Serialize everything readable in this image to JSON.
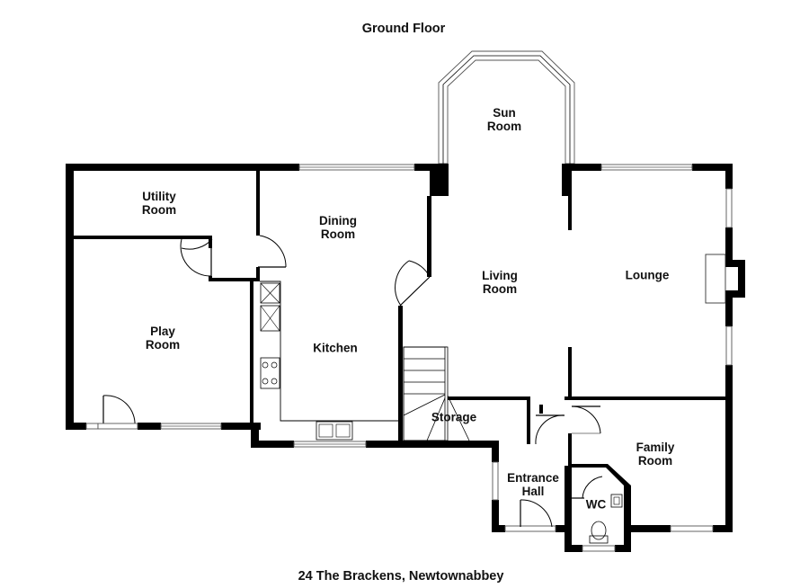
{
  "plan": {
    "title": "Ground Floor",
    "address": "24 The Brackens, Newtownabbey"
  },
  "rooms": {
    "sun_room": "Sun Room",
    "utility_room": "Utility Room",
    "dining_room": "Dining Room",
    "living_room": "Living Room",
    "lounge": "Lounge",
    "play_room": "Play Room",
    "kitchen": "Kitchen",
    "storage": "Storage",
    "family_room": "Family Room",
    "entrance_hall": "Entrance Hall",
    "wc": "WC"
  },
  "colors": {
    "wall": "#000000",
    "background": "#ffffff"
  }
}
